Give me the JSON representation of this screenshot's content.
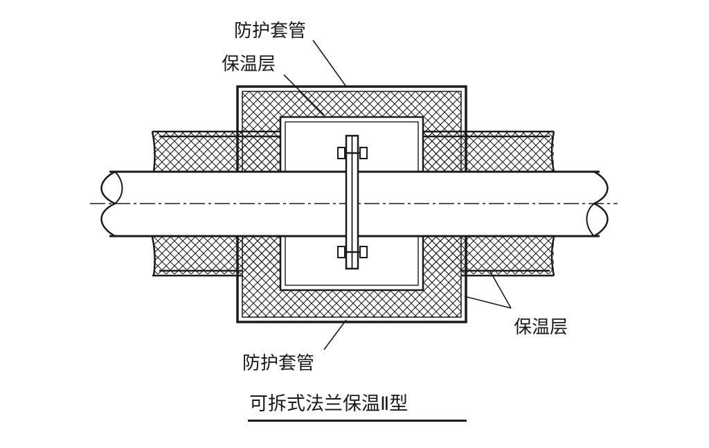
{
  "labels": {
    "protective_sleeve_top": "防护套管",
    "insulation_top": "保温层",
    "insulation_right": "保温层",
    "protective_sleeve_bottom": "防护套管"
  },
  "caption": "可拆式法兰保温Ⅱ型",
  "colors": {
    "line": "#1a1a1a",
    "background": "#ffffff"
  }
}
